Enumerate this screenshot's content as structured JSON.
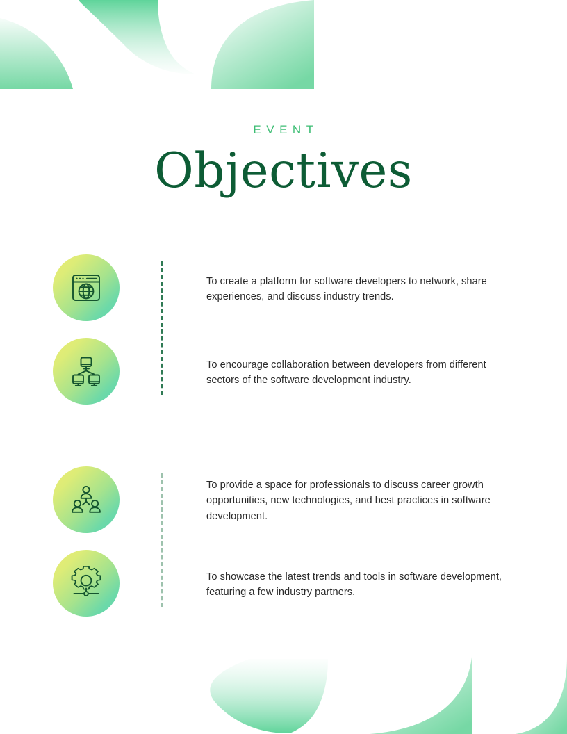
{
  "header": {
    "eyebrow": "EVENT",
    "title": "Objectives"
  },
  "colors": {
    "eyebrow": "#3cbd73",
    "title": "#0d5c35",
    "body_text": "#2b2b2b",
    "icon_stroke": "#14542f",
    "rail_dark": "#2f7a54",
    "rail_muted": "#9dc2ad",
    "deco_green": "#6fd6a0",
    "badge_gradient_start": "#ecec74",
    "badge_gradient_end": "#5bd6b4",
    "background": "#ffffff"
  },
  "groups": [
    {
      "items": [
        {
          "icon": "browser-globe-icon",
          "text": "To create a platform for software developers to network, share experiences, and discuss industry trends."
        },
        {
          "icon": "connected-monitors-icon",
          "text": "To encourage collaboration between developers from different sectors of the software development industry."
        }
      ]
    },
    {
      "items": [
        {
          "icon": "team-hierarchy-icon",
          "text": "To provide a space for professionals to discuss career growth opportunities, new technologies, and best practices in software development."
        },
        {
          "icon": "gear-settings-icon",
          "text": "To showcase the latest trends and tools in software development, featuring a few industry partners."
        }
      ]
    }
  ],
  "decorations": {
    "top": [
      "quarter-circle-top-left",
      "s-curve-ribbon-top",
      "quarter-arc-top-right"
    ],
    "bottom": [
      "s-curve-ribbon-bottom",
      "quarter-arc-bottom",
      "quarter-arc-bottom-right"
    ]
  }
}
